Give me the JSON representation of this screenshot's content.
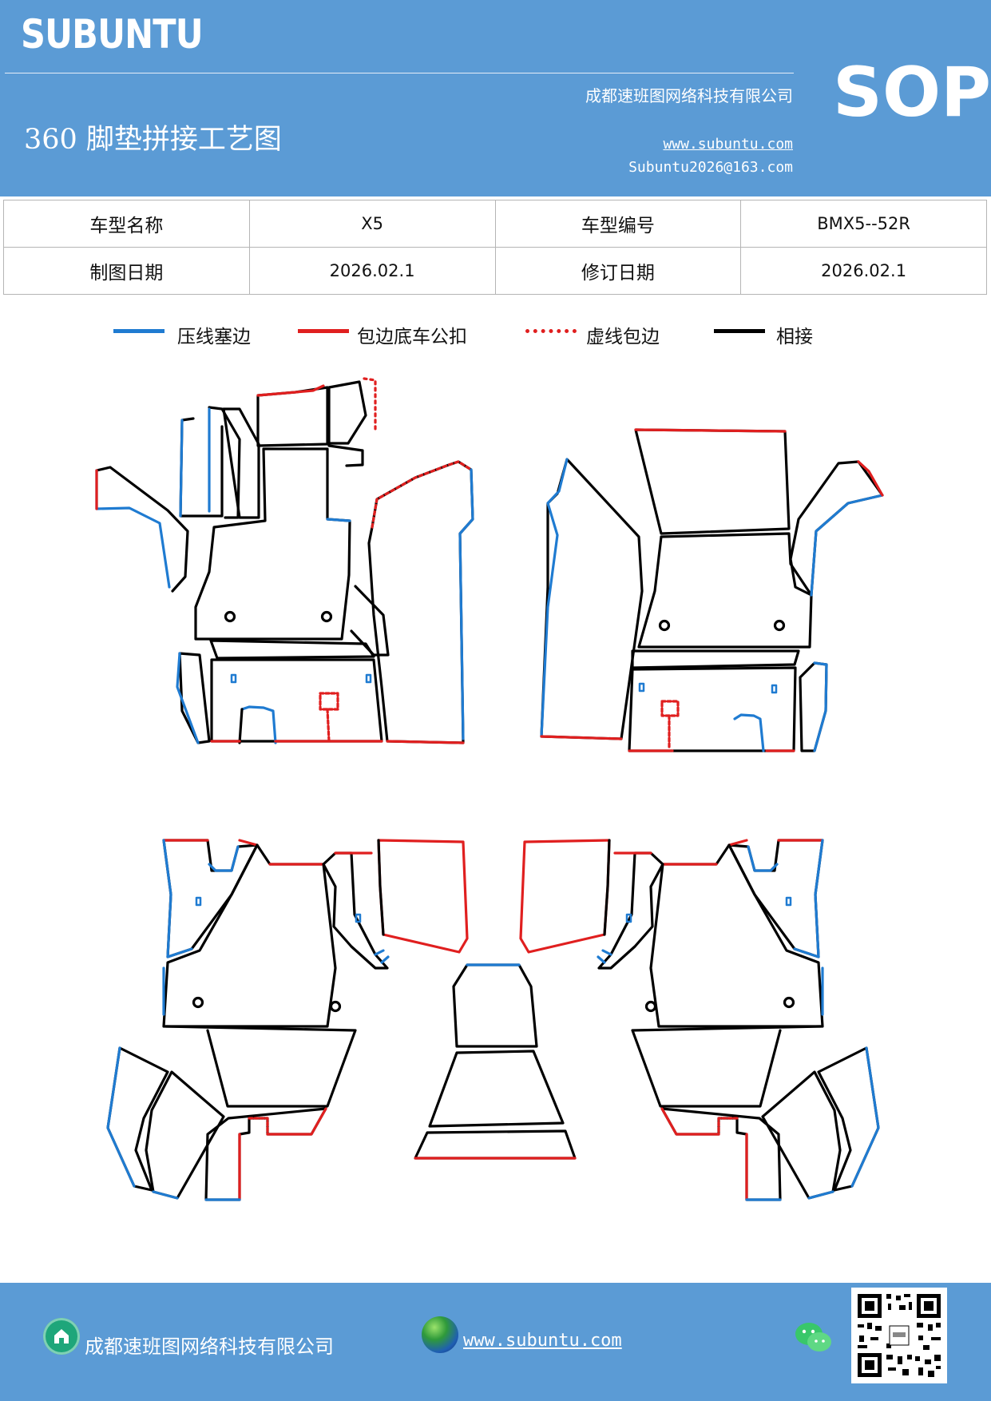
{
  "header": {
    "brand": "SUBUNTU",
    "company": "成都速班图网络科技有限公司",
    "title": "360 脚垫拼接工艺图",
    "website": "www.subuntu.com",
    "email": "Subuntu2026@163.com",
    "badge": "SOP"
  },
  "info_table": {
    "rows": [
      [
        "车型名称",
        "X5",
        "车型编号",
        "BMX5--52R"
      ],
      [
        "制图日期",
        "2026.02.1",
        "修订日期",
        "2026.02.1"
      ]
    ]
  },
  "legend": [
    {
      "label": "压线塞边",
      "color": "#1f7bd1",
      "style": "solid"
    },
    {
      "label": "包边底车公扣",
      "color": "#e01f1f",
      "style": "solid"
    },
    {
      "label": "虚线包边",
      "color": "#e01f1f",
      "style": "dotted"
    },
    {
      "label": "相接",
      "color": "#000000",
      "style": "solid"
    }
  ],
  "colors": {
    "header_bg": "#5b9bd5",
    "press_line": "#1f7bd1",
    "edge_wrap": "#e01f1f",
    "joint": "#000000"
  },
  "footer": {
    "company": "成都速班图网络科技有限公司",
    "website": "www.subuntu.com ",
    "icons": [
      "building-icon",
      "globe-icon",
      "wechat-icon",
      "qr-code"
    ]
  }
}
